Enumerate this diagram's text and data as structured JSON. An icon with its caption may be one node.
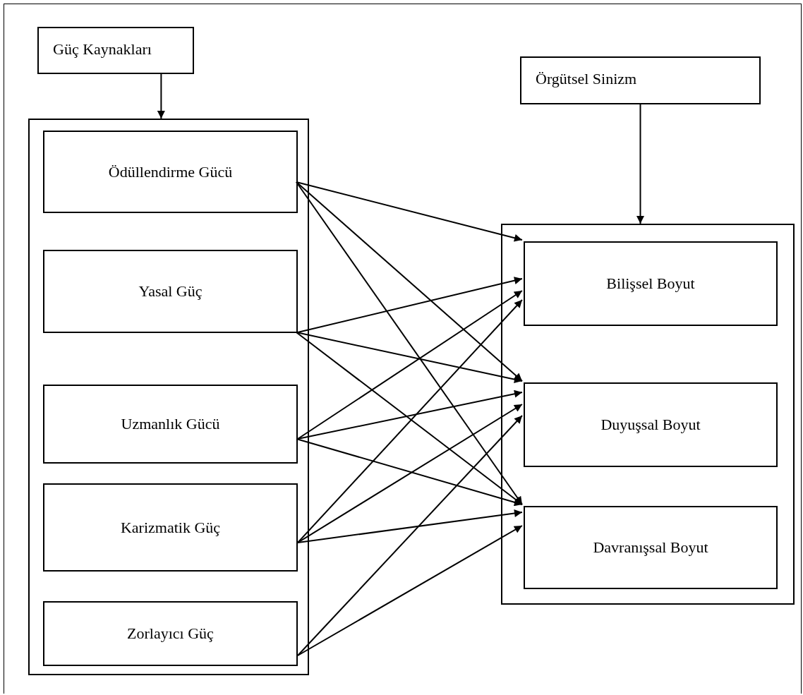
{
  "diagram": {
    "nodes": [
      {
        "text": [
          "Güç Kaynakları"
        ]
      },
      {
        "text": [],
        "shape": "box"
      },
      {
        "text": [
          "Ödüllendirme Gücü"
        ],
        "in": 1
      },
      {
        "text": [
          "Yasal Güç"
        ],
        "in": 1
      },
      {
        "text": [
          "Uzmanlık Gücü"
        ],
        "in": 1
      },
      {
        "text": [
          "Karizmatik Güç"
        ],
        "in": 1
      },
      {
        "text": [
          "Zorlayıcı Güç"
        ],
        "in": 1
      },
      {
        "text": [
          "Örgütsel Sinizm"
        ]
      },
      {
        "text": [],
        "shape": "box"
      },
      {
        "text": [
          "Bilişsel Boyut"
        ],
        "in": 8
      },
      {
        "text": [
          "Duyuşsal Boyut"
        ],
        "in": 8
      },
      {
        "text": [
          "Davranışsal Boyut"
        ],
        "in": 8
      }
    ],
    "edges": [
      {
        "from": 0,
        "to": 1,
        "arrow": "to"
      },
      {
        "from": 7,
        "to": 8,
        "arrow": "to"
      },
      {
        "from": 2,
        "to": 9,
        "arrow": "to"
      },
      {
        "from": 2,
        "to": 10,
        "arrow": "to"
      },
      {
        "from": 2,
        "to": 11,
        "arrow": "to"
      },
      {
        "from": 3,
        "to": 9,
        "arrow": "to"
      },
      {
        "from": 3,
        "to": 10,
        "arrow": "to"
      },
      {
        "from": 3,
        "to": 11,
        "arrow": "to"
      },
      {
        "from": 4,
        "to": 9,
        "arrow": "to"
      },
      {
        "from": 4,
        "to": 10,
        "arrow": "to"
      },
      {
        "from": 4,
        "to": 11,
        "arrow": "to"
      },
      {
        "from": 5,
        "to": 9,
        "arrow": "to"
      },
      {
        "from": 5,
        "to": 10,
        "arrow": "to"
      },
      {
        "from": 5,
        "to": 11,
        "arrow": "to"
      },
      {
        "from": 6,
        "to": 10,
        "arrow": "to"
      },
      {
        "from": 6,
        "to": 11,
        "arrow": "to"
      }
    ]
  }
}
